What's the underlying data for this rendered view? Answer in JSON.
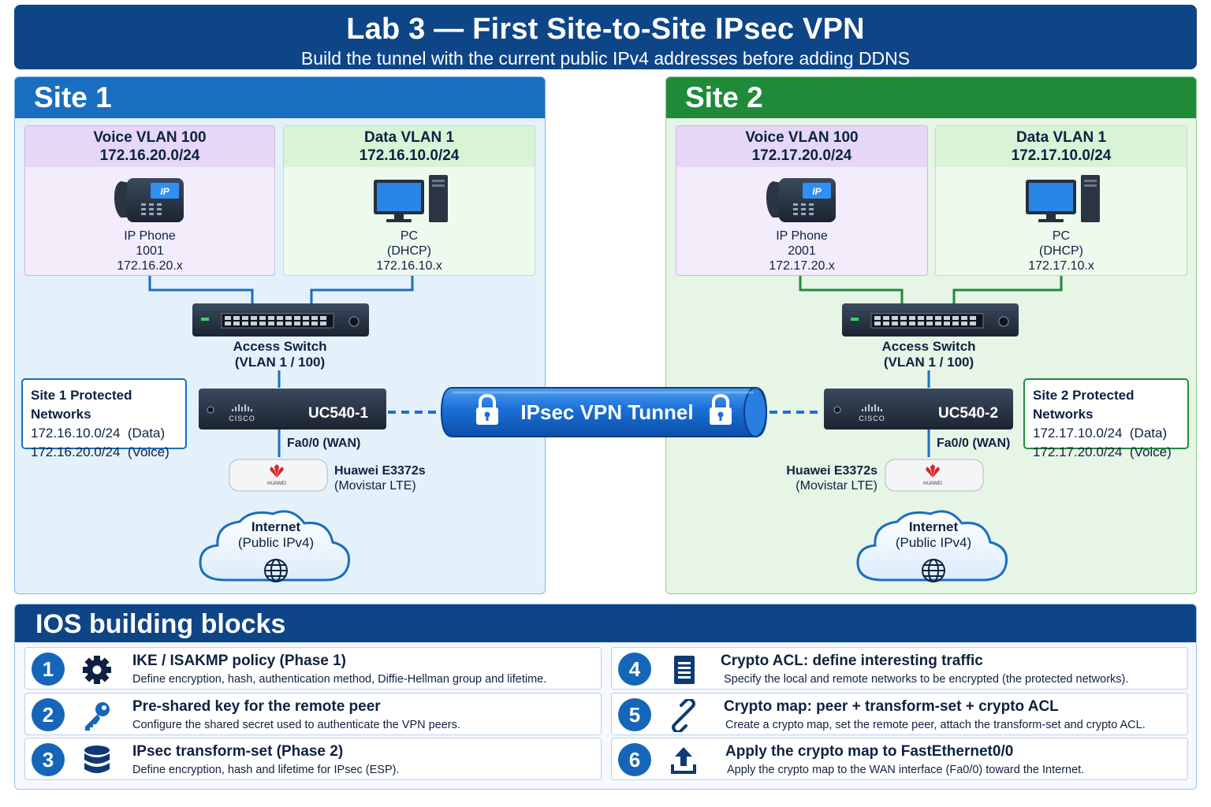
{
  "header": {
    "title": "Lab 3 — First Site-to-Site IPsec VPN",
    "subtitle": "Build the tunnel with the current public IPv4 addresses before adding DDNS"
  },
  "colors": {
    "header": "#0e4587",
    "site1": "#1a6ec0",
    "site2": "#1f8b3a",
    "tunnel": "#1a6fd6"
  },
  "site1": {
    "title": "Site 1",
    "voice_vlan": {
      "name": "Voice VLAN 100",
      "subnet": "172.16.20.0/24"
    },
    "data_vlan": {
      "name": "Data VLAN 1",
      "subnet": "172.16.10.0/24"
    },
    "phone": {
      "label": "IP Phone",
      "ext": "1001",
      "ip": "172.16.20.x",
      "screen_text": "IP"
    },
    "pc": {
      "label": "PC",
      "mode": "(DHCP)",
      "ip": "172.16.10.x"
    },
    "switch": {
      "label": "Access Switch",
      "vlans": "(VLAN 1 / 100)"
    },
    "router": {
      "name": "UC540-1",
      "brand": "CISCO"
    },
    "wan": "Fa0/0 (WAN)",
    "modem": {
      "name": "Huawei E3372s",
      "carrier": "(Movistar LTE)",
      "brand": "HUAWEI"
    },
    "internet": {
      "label": "Internet",
      "sub": "(Public IPv4)"
    },
    "protected": {
      "title": "Site 1 Protected Networks",
      "nets": [
        "172.16.10.0/24  (Data)",
        "172.16.20.0/24  (Voice)"
      ]
    }
  },
  "site2": {
    "title": "Site 2",
    "voice_vlan": {
      "name": "Voice VLAN 100",
      "subnet": "172.17.20.0/24"
    },
    "data_vlan": {
      "name": "Data VLAN 1",
      "subnet": "172.17.10.0/24"
    },
    "phone": {
      "label": "IP Phone",
      "ext": "2001",
      "ip": "172.17.20.x",
      "screen_text": "IP"
    },
    "pc": {
      "label": "PC",
      "mode": "(DHCP)",
      "ip": "172.17.10.x"
    },
    "switch": {
      "label": "Access Switch",
      "vlans": "(VLAN 1 / 100)"
    },
    "router": {
      "name": "UC540-2",
      "brand": "CISCO"
    },
    "wan": "Fa0/0 (WAN)",
    "modem": {
      "name": "Huawei E3372s",
      "carrier": "(Movistar LTE)",
      "brand": "HUAWEI"
    },
    "internet": {
      "label": "Internet",
      "sub": "(Public IPv4)"
    },
    "protected": {
      "title": "Site 2 Protected Networks",
      "nets": [
        "172.17.10.0/24  (Data)",
        "172.17.20.0/24  (Voice)"
      ]
    }
  },
  "tunnel": {
    "label": "IPsec VPN Tunnel"
  },
  "blocks": {
    "title": "IOS building blocks",
    "steps": [
      {
        "num": "1",
        "icon": "gear-icon",
        "title": "IKE / ISAKMP policy (Phase 1)",
        "desc": "Define encryption, hash, authentication method, Diffie-Hellman group and lifetime."
      },
      {
        "num": "2",
        "icon": "key-icon",
        "title": "Pre-shared key for the remote peer",
        "desc": "Configure the shared secret used to authenticate the VPN peers."
      },
      {
        "num": "3",
        "icon": "database-icon",
        "title": "IPsec transform-set (Phase 2)",
        "desc": "Define encryption, hash and lifetime for IPsec (ESP)."
      },
      {
        "num": "4",
        "icon": "document-icon",
        "title": "Crypto ACL: define interesting traffic",
        "desc": "Specify the local and remote networks to be encrypted (the protected networks)."
      },
      {
        "num": "5",
        "icon": "link-icon",
        "title": "Crypto map: peer + transform-set + crypto ACL",
        "desc": "Create a crypto map, set the remote peer, attach the transform-set and crypto ACL."
      },
      {
        "num": "6",
        "icon": "upload-icon",
        "title": "Apply the crypto map to FastEthernet0/0",
        "desc": "Apply the crypto map to the WAN interface (Fa0/0) toward the Internet."
      }
    ]
  }
}
